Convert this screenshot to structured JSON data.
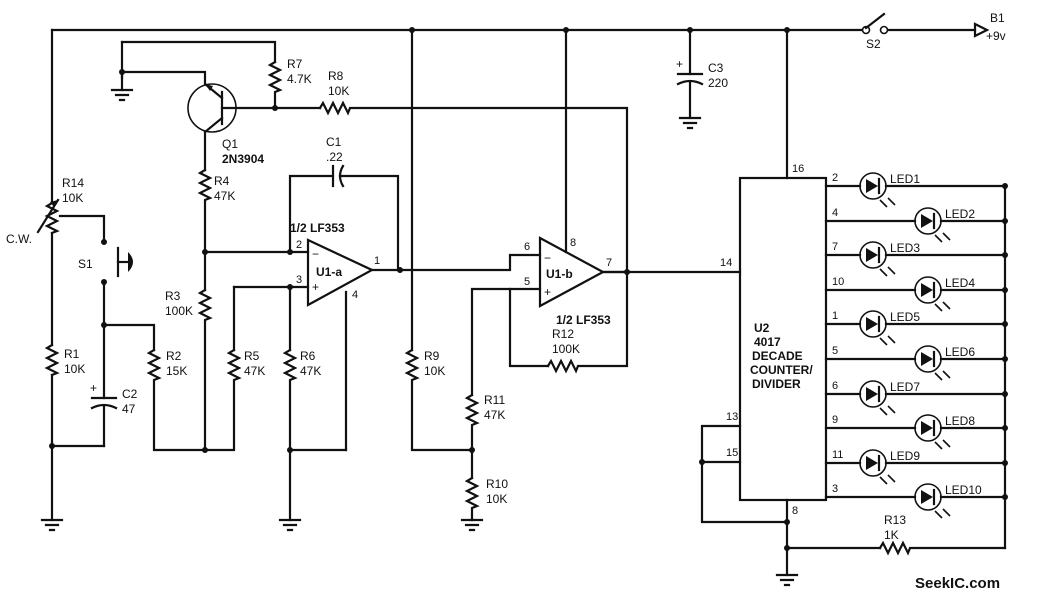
{
  "diagram": {
    "components": {
      "r1": {
        "ref": "R1",
        "value": "10K"
      },
      "r2": {
        "ref": "R2",
        "value": "15K"
      },
      "r3": {
        "ref": "R3",
        "value": "100K"
      },
      "r4": {
        "ref": "R4",
        "value": "47K"
      },
      "r5": {
        "ref": "R5",
        "value": "47K"
      },
      "r6": {
        "ref": "R6",
        "value": "47K"
      },
      "r7": {
        "ref": "R7",
        "value": "4.7K"
      },
      "r8": {
        "ref": "R8",
        "value": "10K"
      },
      "r9": {
        "ref": "R9",
        "value": "10K"
      },
      "r10": {
        "ref": "R10",
        "value": "10K"
      },
      "r11": {
        "ref": "R11",
        "value": "47K"
      },
      "r12": {
        "ref": "R12",
        "value": "100K"
      },
      "r13": {
        "ref": "R13",
        "value": "1K"
      },
      "r14": {
        "ref": "R14",
        "value": "10K",
        "note": "C.W."
      },
      "c1": {
        "ref": "C1",
        "value": ".22"
      },
      "c2": {
        "ref": "C2",
        "value": "47"
      },
      "c3": {
        "ref": "C3",
        "value": "220"
      },
      "q1": {
        "ref": "Q1",
        "part": "2N3904"
      },
      "s1": {
        "ref": "S1"
      },
      "s2": {
        "ref": "S2"
      },
      "battery": {
        "ref": "B1",
        "value": "+9v"
      },
      "u1a": {
        "label": "U1-a",
        "part": "1/2 LF353"
      },
      "u1b": {
        "label": "U1-b",
        "part": "1/2 LF353"
      },
      "u2": {
        "ref": "U2",
        "part": "4017",
        "desc1": "DECADE",
        "desc2": "COUNTER/",
        "desc3": "DIVIDER"
      }
    },
    "pins": {
      "u1a_in_minus": "2",
      "u1a_in_plus": "3",
      "u1a_out": "1",
      "u1a_gnd": "4",
      "u1b_in_minus": "6",
      "u1b_in_plus": "5",
      "u1b_out": "7",
      "u1b_vcc": "8",
      "u2_vcc": "16",
      "u2_clk": "14",
      "u2_p13": "13",
      "u2_p15": "15",
      "u2_gnd": "8"
    },
    "leds": [
      {
        "label": "LED1",
        "pin": "2"
      },
      {
        "label": "LED2",
        "pin": "4"
      },
      {
        "label": "LED3",
        "pin": "7"
      },
      {
        "label": "LED4",
        "pin": "10"
      },
      {
        "label": "LED5",
        "pin": "1"
      },
      {
        "label": "LED6",
        "pin": "5"
      },
      {
        "label": "LED7",
        "pin": "6"
      },
      {
        "label": "LED8",
        "pin": "9"
      },
      {
        "label": "LED9",
        "pin": "11"
      },
      {
        "label": "LED10",
        "pin": "3"
      }
    ],
    "watermark": "SeekIC.com"
  }
}
